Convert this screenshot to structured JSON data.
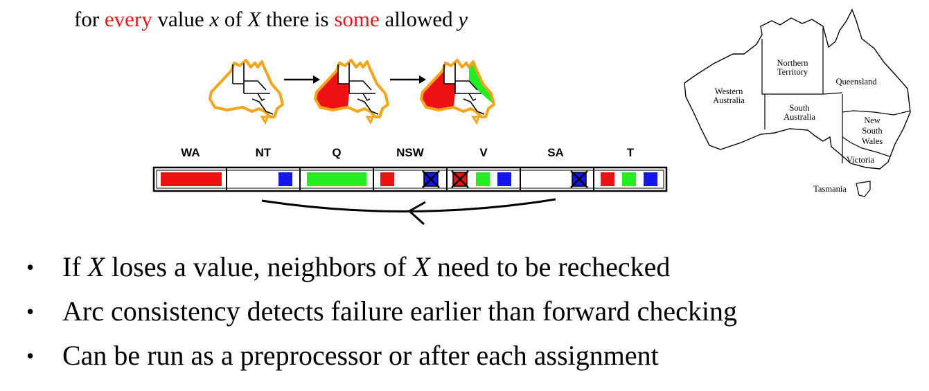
{
  "headline": {
    "p1": "for ",
    "every": "every",
    "p2": " value ",
    "x": "x",
    "p3": " of ",
    "X": "X",
    "p4": " there is ",
    "some": "some",
    "p5": " allowed ",
    "y": "y"
  },
  "domains": {
    "labels": [
      "WA",
      "NT",
      "Q",
      "NSW",
      "V",
      "SA",
      "T"
    ],
    "colors": {
      "red": "#ee1111",
      "green": "#22ee22",
      "blue": "#1515ee"
    }
  },
  "map_labels": {
    "northern": "Northern",
    "territory": "Territory",
    "queensland": "Queensland",
    "western": "Western",
    "australia_w": "Australia",
    "south": "South",
    "australia_s": "Australia",
    "new": "New",
    "south_nsw": "South",
    "wales": "Wales",
    "victoria": "Victoria",
    "tasmania": "Tasmania"
  },
  "bullets": [
    {
      "a": "If ",
      "b": "X",
      "c": " loses a value, neighbors of ",
      "d": "X",
      "e": " need to be rechecked"
    },
    {
      "a": "Arc consistency detects failure earlier than forward checking"
    },
    {
      "a": "Can be run as a preprocessor or after each assignment"
    }
  ]
}
